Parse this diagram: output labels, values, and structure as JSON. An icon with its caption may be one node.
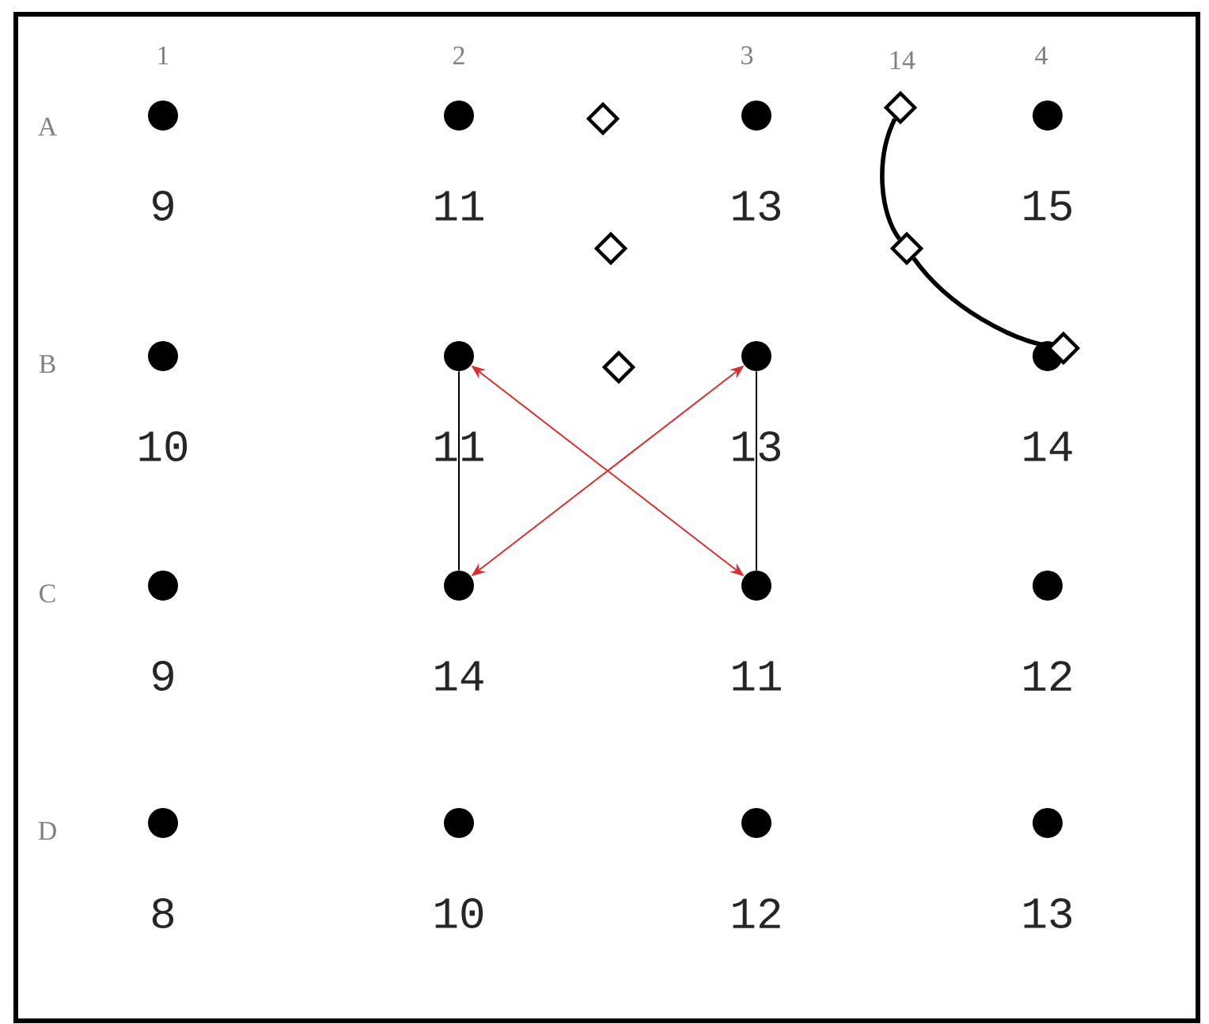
{
  "diagram": {
    "nodes": [
      {
        "text": [],
        "shape": "circle",
        "beside": [
          "9"
        ]
      },
      {
        "text": [],
        "shape": "circle",
        "beside": [
          "11"
        ]
      },
      {
        "text": [],
        "shape": "circle",
        "beside": [
          "13"
        ]
      },
      {
        "text": [],
        "shape": "circle",
        "beside": [
          "15"
        ]
      },
      {
        "text": [],
        "shape": "circle",
        "beside": [
          "10"
        ]
      },
      {
        "text": [],
        "shape": "circle",
        "beside": [
          "11"
        ]
      },
      {
        "text": [],
        "shape": "circle",
        "beside": [
          "13"
        ]
      },
      {
        "text": [],
        "shape": "circle",
        "beside": [
          "14"
        ]
      },
      {
        "text": [],
        "shape": "circle",
        "beside": [
          "9"
        ]
      },
      {
        "text": [],
        "shape": "circle",
        "beside": [
          "14"
        ]
      },
      {
        "text": [],
        "shape": "circle",
        "beside": [
          "11"
        ]
      },
      {
        "text": [],
        "shape": "circle",
        "beside": [
          "12"
        ]
      },
      {
        "text": [],
        "shape": "circle",
        "beside": [
          "8"
        ]
      },
      {
        "text": [],
        "shape": "circle",
        "beside": [
          "10"
        ]
      },
      {
        "text": [],
        "shape": "circle",
        "beside": [
          "12"
        ]
      },
      {
        "text": [],
        "shape": "circle",
        "beside": [
          "13"
        ]
      },
      {
        "text": [],
        "shape": "diamond"
      },
      {
        "text": [],
        "shape": "diamond"
      },
      {
        "text": [],
        "shape": "diamond"
      },
      {
        "text": [],
        "shape": "diamond"
      },
      {
        "text": [],
        "shape": "diamond"
      },
      {
        "text": [],
        "shape": "diamond"
      }
    ],
    "edges": [
      {
        "from": 5,
        "to": 9,
        "arrow": "none"
      },
      {
        "from": 6,
        "to": 10,
        "arrow": "none"
      },
      {
        "from": 5,
        "to": 10,
        "arrow": "both",
        "color": "#d93030"
      },
      {
        "from": 6,
        "to": 9,
        "arrow": "both",
        "color": "#d93030"
      },
      {
        "from": 17,
        "to": 19,
        "arrow": "none",
        "style": "thick"
      },
      {
        "from": 19,
        "to": 21,
        "arrow": "none",
        "style": "thick"
      }
    ],
    "labels": [
      "1",
      "2",
      "3",
      "14",
      "4",
      "A",
      "B",
      "C",
      "D"
    ]
  }
}
